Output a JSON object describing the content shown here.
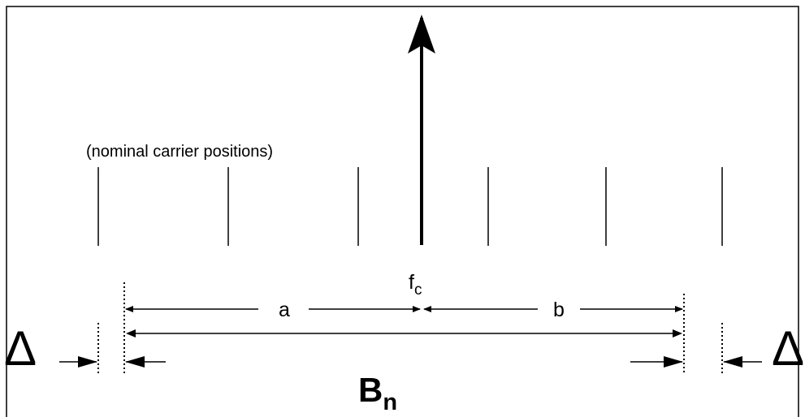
{
  "labels": {
    "nominal": "(nominal carrier positions)",
    "fc_main": "f",
    "fc_sub": "c",
    "a": "a",
    "b": "b",
    "bn_main": "B",
    "bn_sub": "n",
    "delta_left": "Δ",
    "delta_right": "Δ"
  },
  "colors": {
    "stroke": "#000000",
    "background": "#ffffff"
  }
}
